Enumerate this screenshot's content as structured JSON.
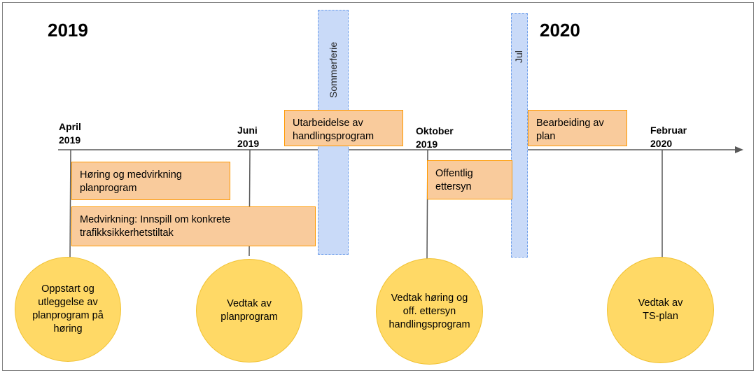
{
  "years": {
    "left": "2019",
    "right": "2020"
  },
  "dates": {
    "april": "April\n2019",
    "juni": "Juni\n2019",
    "oktober": "Oktober\n2019",
    "februar": "Februar\n2020"
  },
  "periods": {
    "sommerferie": "Sommerferie",
    "jul": "Jul"
  },
  "activities": {
    "horing_medvirkning": "Høring og medvirkning\nplanprogram",
    "medvirkning_innspill": "Medvirkning: Innspill om konkrete\ntrafikksikkerhetstiltak",
    "utarbeidelse": "Utarbeidelse av\nhandlingsprogram",
    "offentlig_ettersyn": "Offentlig\nettersyn",
    "bearbeiding": "Bearbeiding av\nplan"
  },
  "milestones": {
    "oppstart": "Oppstart og\nutleggelse av\nplanprogram på\nhøring",
    "vedtak_planprogram": "Vedtak av\nplanprogram",
    "vedtak_horing": "Vedtak høring og\noff. ettersyn\nhandlingsprogram",
    "vedtak_ts": "Vedtak av\nTS-plan"
  },
  "colors": {
    "activity_fill": "#f9cb9c",
    "activity_border": "#ff9900",
    "milestone_fill": "#ffd966",
    "period_fill": "#c9daf8",
    "axis": "#595959"
  }
}
